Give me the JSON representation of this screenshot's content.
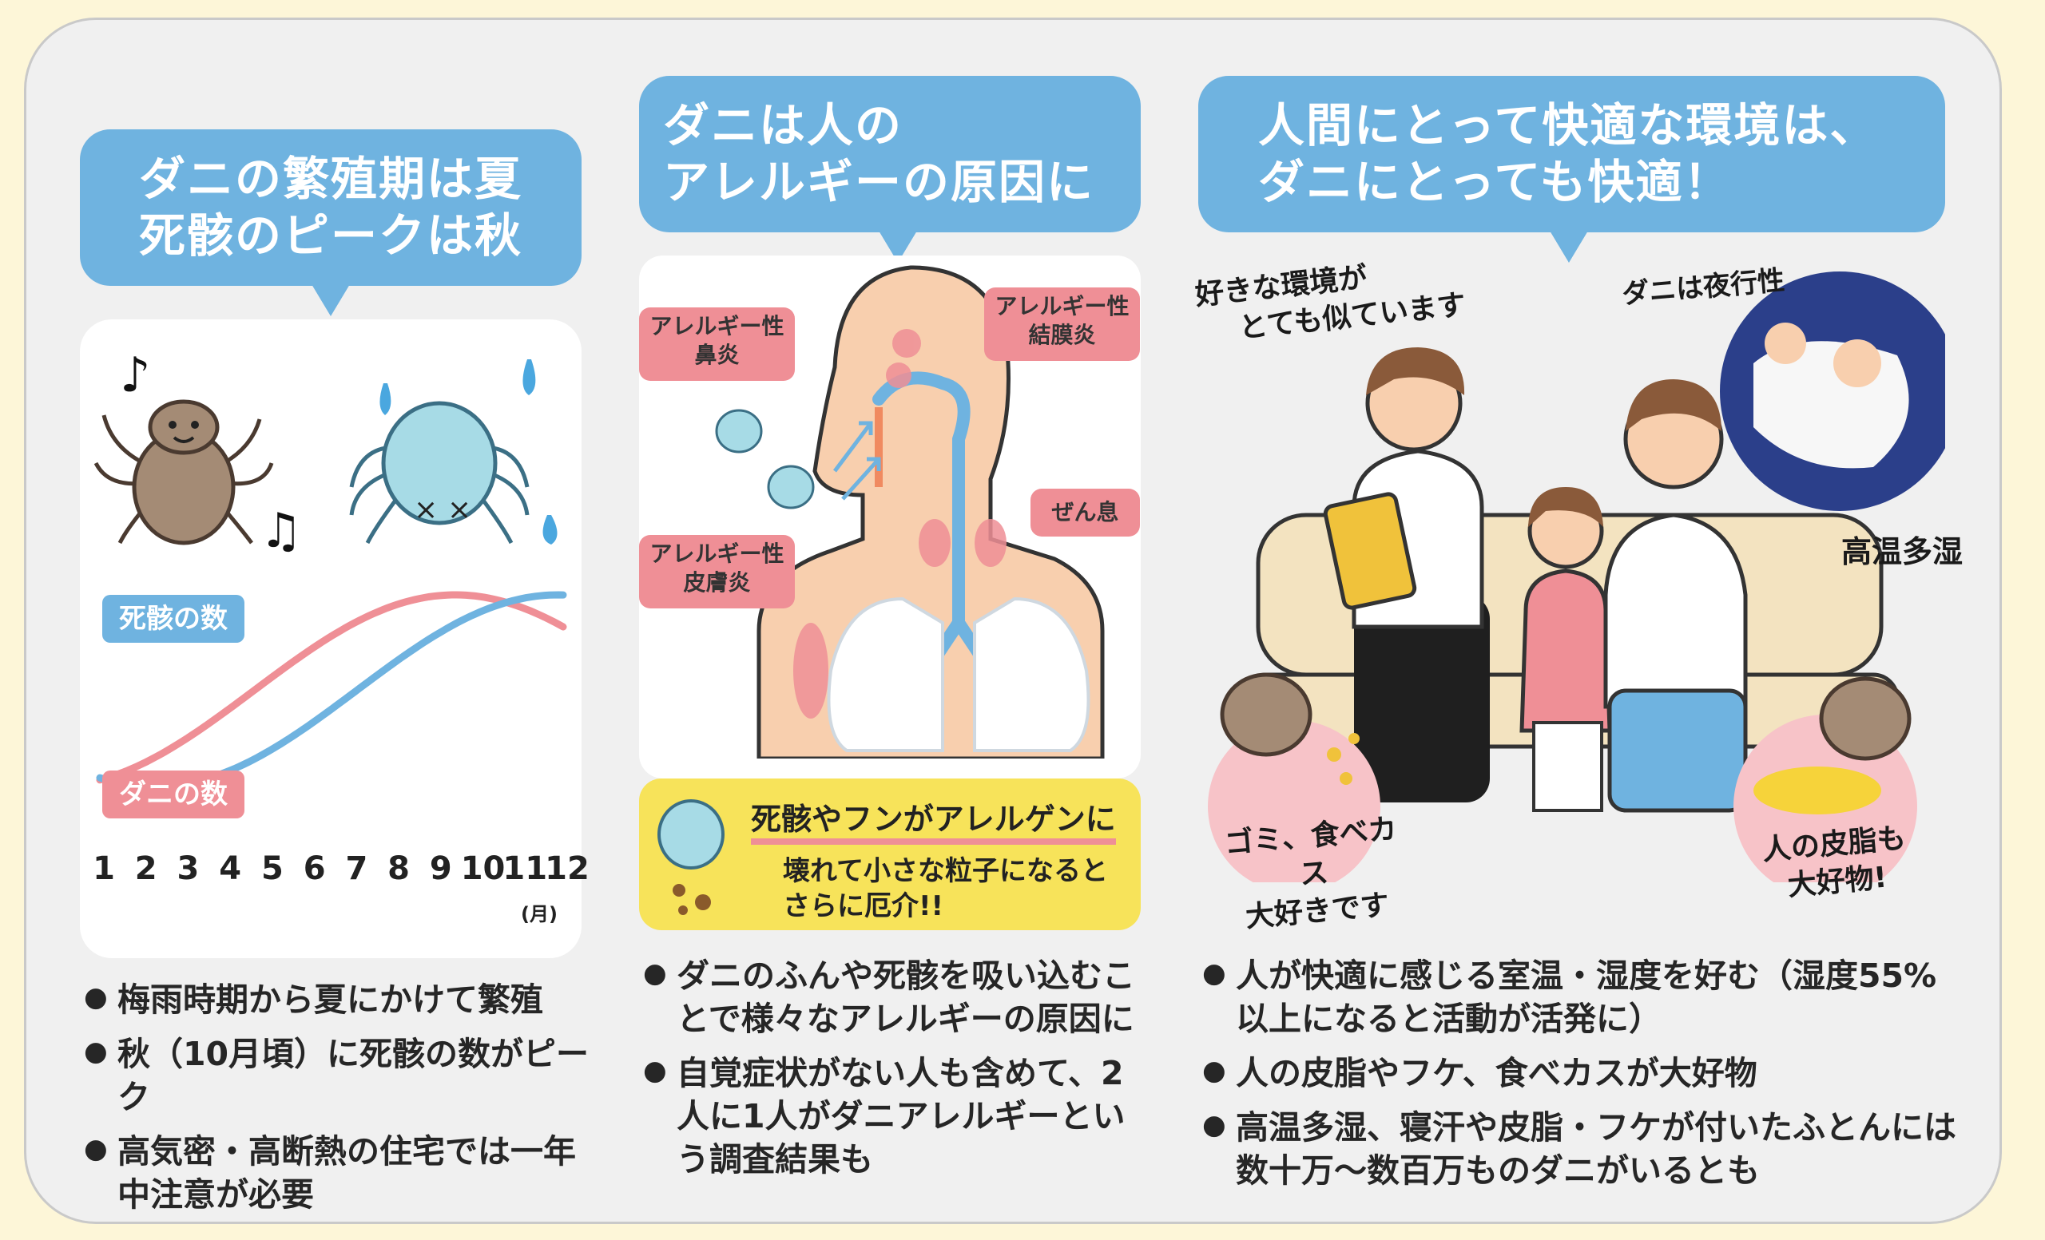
{
  "panel1": {
    "title_line1": "ダニの繁殖期は夏",
    "title_line2": "死骸のピークは秋",
    "legend_dead": "死骸の数",
    "legend_mites": "ダニの数",
    "months": [
      "1",
      "2",
      "3",
      "4",
      "5",
      "6",
      "7",
      "8",
      "9",
      "10",
      "11",
      "12"
    ],
    "month_unit": "(月)",
    "bullets": [
      "梅雨時期から夏にかけて繁殖",
      "秋（10月頃）に死骸の数がピーク",
      "高気密・高断熱の住宅では一年中注意が必要"
    ]
  },
  "panel2": {
    "title_line1": "ダニは人の",
    "title_line2": "アレルギーの原因に",
    "tag_rhinitis": [
      "アレルギー性",
      "鼻炎"
    ],
    "tag_conjunctivitis": [
      "アレルギー性",
      "結膜炎"
    ],
    "tag_asthma": "ぜん息",
    "tag_dermatitis": [
      "アレルギー性",
      "皮膚炎"
    ],
    "allergen_heading": "死骸やフンがアレルゲンに",
    "allergen_line1": "壊れて小さな粒子になると",
    "allergen_line2": "さらに厄介!!",
    "bullets": [
      "ダニのふんや死骸を吸い込むことで様々なアレルギーの原因に",
      "自覚症状がない人も含めて、2人に1人がダニアレルギーという調査結果も"
    ]
  },
  "panel3": {
    "title_line1": "人間にとって快適な環境は、",
    "title_line2": "ダニにとっても快適！",
    "note_likes": [
      "好きな環境が",
      "とても似ています"
    ],
    "note_nocturnal": "ダニは夜行性",
    "note_humid": "高温多湿",
    "bubble_garbage": [
      "ゴミ、食べカス",
      "大好きです"
    ],
    "bubble_sebum": [
      "人の皮脂も",
      "大好物!"
    ],
    "bullets": [
      "人が快適に感じる室温・湿度を好む（湿度55%以上になると活動が活発に）",
      "人の皮脂やフケ、食べカスが大好物",
      "高温多湿、寝汗や皮脂・フケが付いたふとんには数十万〜数百万ものダニがいるとも"
    ]
  },
  "colors": {
    "title_blue": "#6fb3e0",
    "pink": "#ef8f96",
    "blue_line": "#6fb3e0",
    "yellow": "#f7e35a"
  }
}
